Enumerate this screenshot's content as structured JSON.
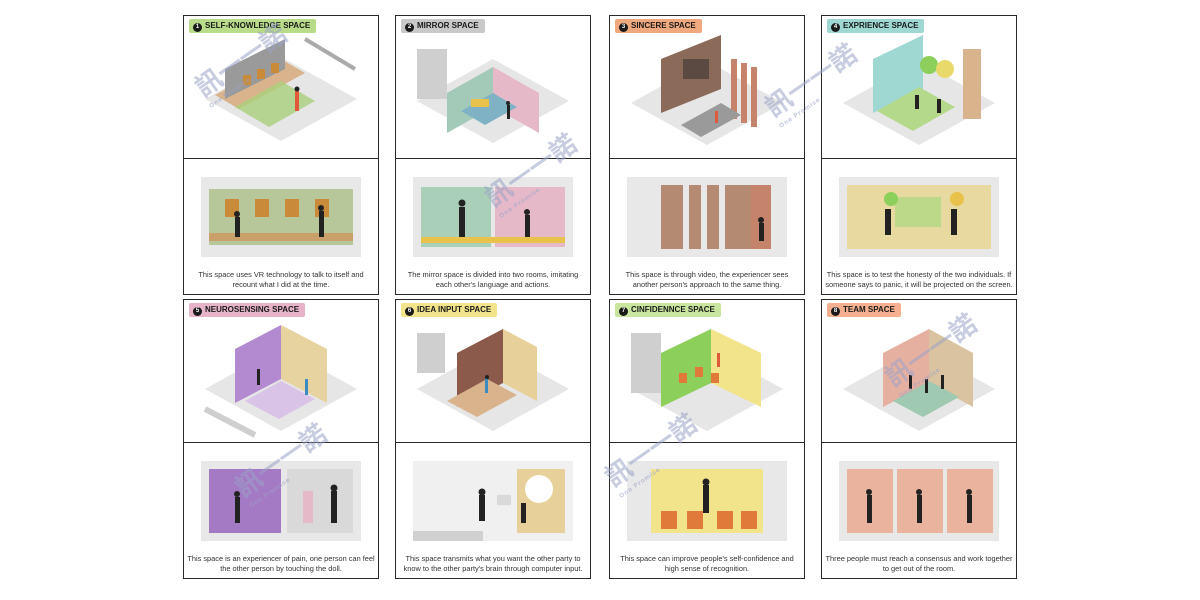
{
  "colors": {
    "tag_green": "#b9dc8a",
    "tag_gray": "#c9c9c9",
    "tag_orange": "#f0a87e",
    "tag_teal": "#9fd8d2",
    "tag_pink": "#e7b3c8",
    "tag_yellow": "#f2e48a",
    "tag_lightgreen": "#c8e6a0",
    "tag_salmon": "#f5b08f"
  },
  "panels": [
    {
      "num": "1",
      "title": "SELF-KNOWLEDGE SPACE",
      "tag_color": "#b9dc8a",
      "caption": "This space uses VR technology to talk to itself and recount what I did at the time."
    },
    {
      "num": "2",
      "title": "MIRROR SPACE",
      "tag_color": "#c9c9c9",
      "caption": "The mirror space is divided into two rooms, imitating each other's language and actions."
    },
    {
      "num": "3",
      "title": "SINCERE SPACE",
      "tag_color": "#f0a87e",
      "caption": "This space is through video, the experiencer sees another person's approach to the same thing."
    },
    {
      "num": "4",
      "title": "EXPRIENCE SPACE",
      "tag_color": "#9fd8d2",
      "caption": "This space is to test the honesty of the two individuals. If someone says to panic, it will be projected on the screen."
    },
    {
      "num": "5",
      "title": "NEUROSENSING SPACE",
      "tag_color": "#e7b3c8",
      "caption": "This space is an experiencer of pain, one person can feel the other person by touching the doll."
    },
    {
      "num": "6",
      "title": "IDEA INPUT SPACE",
      "tag_color": "#f2e48a",
      "caption": "This space transmits what you want the other party to know to the other party's brain through computer input."
    },
    {
      "num": "7",
      "title": "CINFIDENNCE SPACE",
      "tag_color": "#c8e6a0",
      "caption": "This space can improve people's self-confidence and high sense of recognition."
    },
    {
      "num": "8",
      "title": "TEAM SPACE",
      "tag_color": "#f5b08f",
      "caption": "Three people must reach a consensus and work together to get out of the room."
    }
  ],
  "watermark": {
    "glyph": "訊一一諾",
    "sub": "One Promise"
  }
}
